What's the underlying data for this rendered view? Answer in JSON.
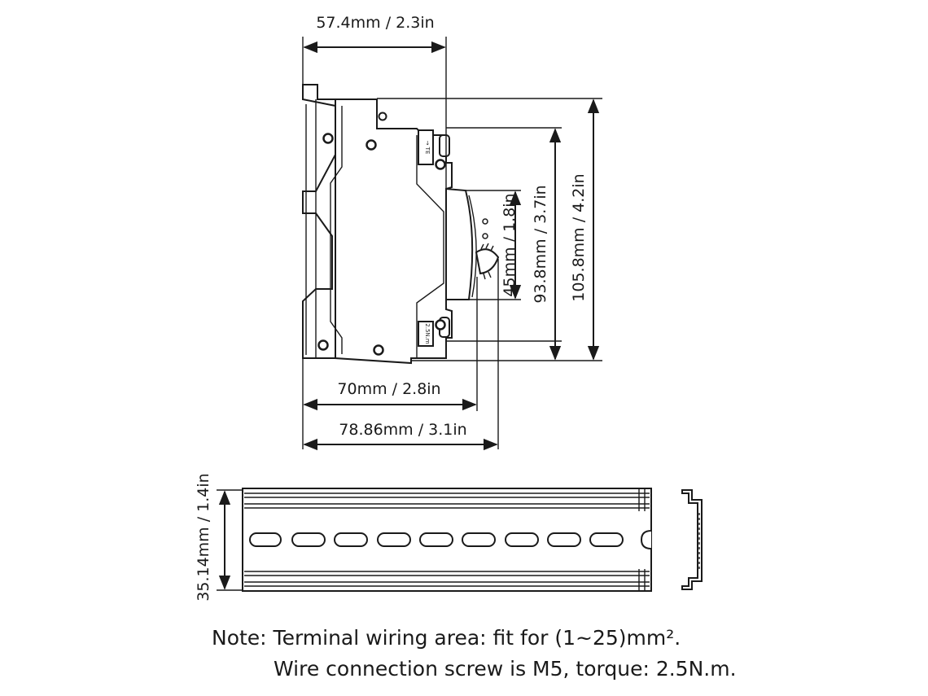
{
  "dimensions": {
    "depth_top": "57.4mm / 2.3in",
    "height_total": "105.8mm / 4.2in",
    "height_inner": "93.8mm / 3.7in",
    "height_front": "45mm / 1.8in",
    "width_70": "70mm / 2.8in",
    "width_78": "78.86mm / 3.1in",
    "rail_height": "35.14mm / 1.4in"
  },
  "labels": {
    "top_label": "→ TE",
    "bottom_label": "2.5N.m"
  },
  "note": {
    "line1": "Note: Terminal wiring area: fit for (1~25)mm².",
    "line2": "Wire connection screw is M5, torque: 2.5N.m."
  }
}
